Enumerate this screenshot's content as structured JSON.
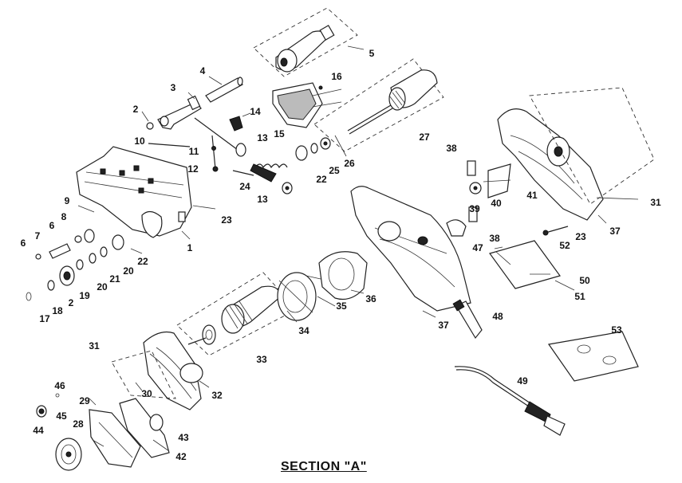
{
  "diagram": {
    "section_title": "SECTION \"A\"",
    "part_labels": [
      {
        "id": "p5",
        "text": "5"
      },
      {
        "id": "p4",
        "text": "4"
      },
      {
        "id": "p3",
        "text": "3"
      },
      {
        "id": "p16",
        "text": "16"
      },
      {
        "id": "p2a",
        "text": "2"
      },
      {
        "id": "p14",
        "text": "14"
      },
      {
        "id": "p15",
        "text": "15"
      },
      {
        "id": "p27",
        "text": "27"
      },
      {
        "id": "p10",
        "text": "10"
      },
      {
        "id": "p13a",
        "text": "13"
      },
      {
        "id": "p11",
        "text": "11"
      },
      {
        "id": "p12",
        "text": "12"
      },
      {
        "id": "p26",
        "text": "26"
      },
      {
        "id": "p25",
        "text": "25"
      },
      {
        "id": "p22a",
        "text": "22"
      },
      {
        "id": "p38a",
        "text": "38"
      },
      {
        "id": "p24",
        "text": "24"
      },
      {
        "id": "p13b",
        "text": "13"
      },
      {
        "id": "p41",
        "text": "41"
      },
      {
        "id": "p39",
        "text": "39"
      },
      {
        "id": "p40",
        "text": "40"
      },
      {
        "id": "p31a",
        "text": "31"
      },
      {
        "id": "p9",
        "text": "9"
      },
      {
        "id": "p23a",
        "text": "23"
      },
      {
        "id": "p37a",
        "text": "37"
      },
      {
        "id": "p8",
        "text": "8"
      },
      {
        "id": "p6a",
        "text": "6"
      },
      {
        "id": "p7",
        "text": "7"
      },
      {
        "id": "p6b",
        "text": "6"
      },
      {
        "id": "p23b",
        "text": "23"
      },
      {
        "id": "p38b",
        "text": "38"
      },
      {
        "id": "p52",
        "text": "52"
      },
      {
        "id": "p1",
        "text": "1"
      },
      {
        "id": "p22b",
        "text": "22"
      },
      {
        "id": "p47",
        "text": "47"
      },
      {
        "id": "p20a",
        "text": "20"
      },
      {
        "id": "p21",
        "text": "21"
      },
      {
        "id": "p20b",
        "text": "20"
      },
      {
        "id": "p19",
        "text": "19"
      },
      {
        "id": "p2b",
        "text": "2"
      },
      {
        "id": "p18",
        "text": "18"
      },
      {
        "id": "p17",
        "text": "17"
      },
      {
        "id": "p50",
        "text": "50"
      },
      {
        "id": "p36",
        "text": "36"
      },
      {
        "id": "p51",
        "text": "51"
      },
      {
        "id": "p35",
        "text": "35"
      },
      {
        "id": "p48",
        "text": "48"
      },
      {
        "id": "p37b",
        "text": "37"
      },
      {
        "id": "p34",
        "text": "34"
      },
      {
        "id": "p53",
        "text": "53"
      },
      {
        "id": "p31b",
        "text": "31"
      },
      {
        "id": "p33",
        "text": "33"
      },
      {
        "id": "p49",
        "text": "49"
      },
      {
        "id": "p46",
        "text": "46"
      },
      {
        "id": "p30",
        "text": "30"
      },
      {
        "id": "p32",
        "text": "32"
      },
      {
        "id": "p29",
        "text": "29"
      },
      {
        "id": "p45",
        "text": "45"
      },
      {
        "id": "p28",
        "text": "28"
      },
      {
        "id": "p44",
        "text": "44"
      },
      {
        "id": "p43",
        "text": "43"
      },
      {
        "id": "p42",
        "text": "42"
      }
    ]
  }
}
